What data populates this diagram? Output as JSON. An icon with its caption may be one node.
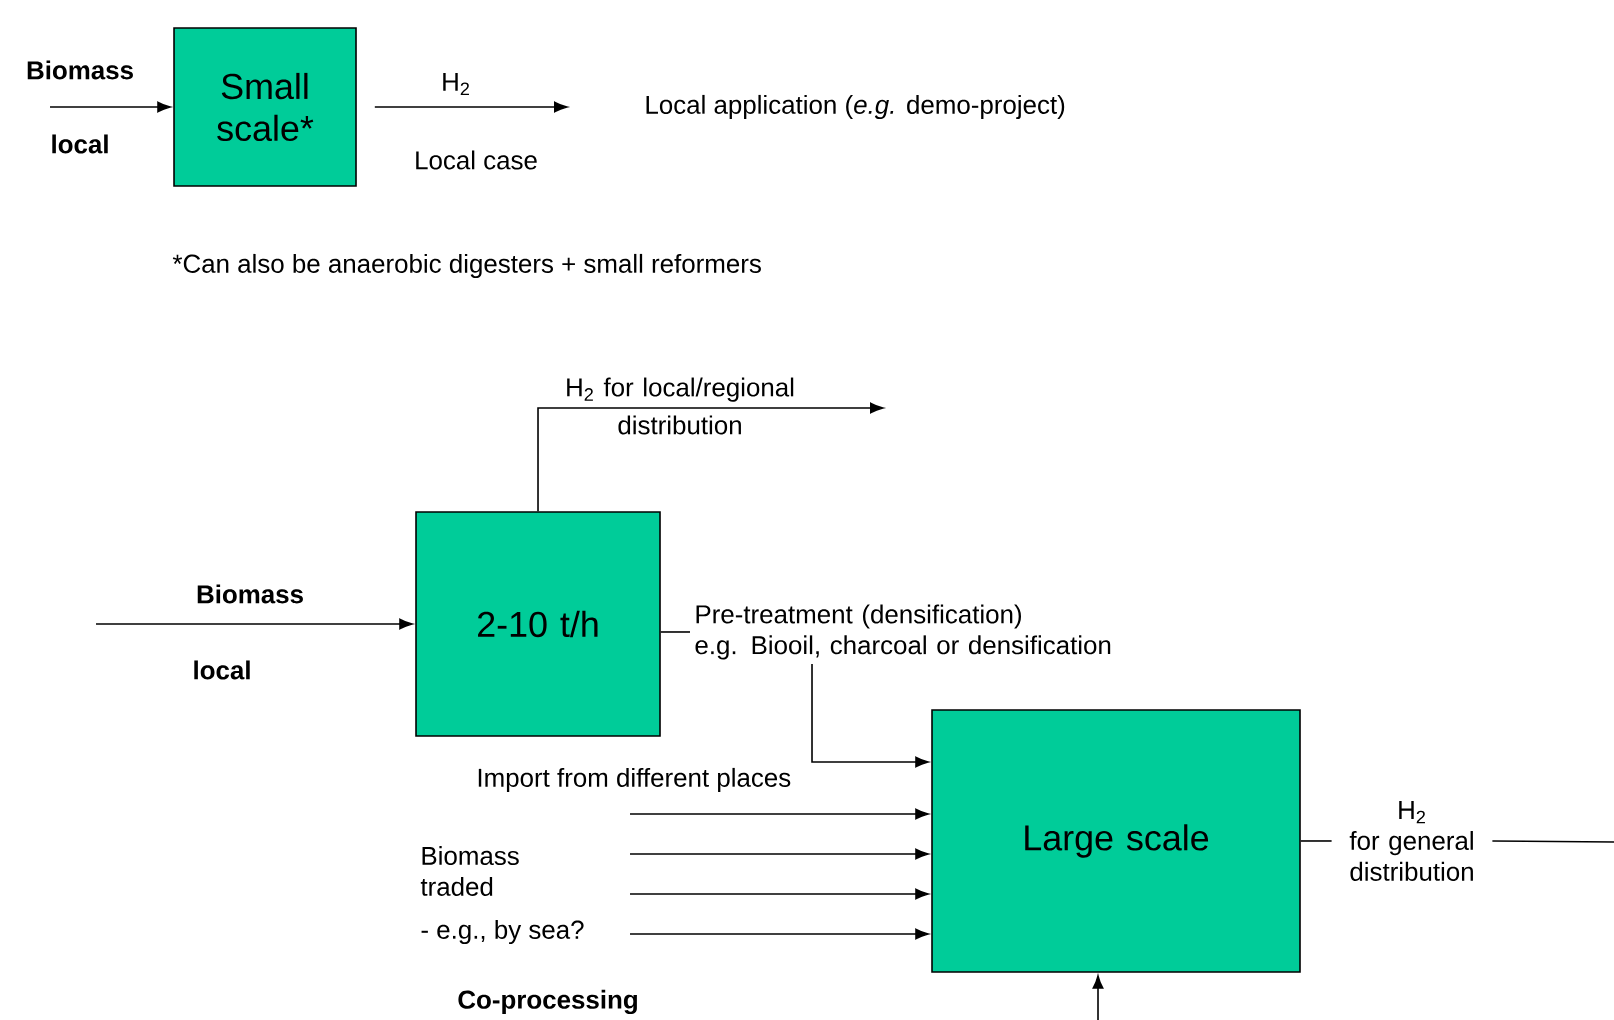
{
  "diagram": {
    "nodes": [
      {
        "text": [
          "Small scale*"
        ]
      },
      {
        "text": [
          "Local application (*e.g.* demo-project)"
        ]
      },
      {
        "text": [
          "2-10 t/h"
        ]
      },
      {
        "text": [
          "Large scale"
        ]
      },
      {
        "text": [
          "Pre-treatment (densification)",
          "e.g. Biooil, charcoal or densification"
        ]
      },
      {
        "text": [
          "H$_{2}$",
          "for general distribution"
        ]
      }
    ],
    "edges": [
      {
        "from": null,
        "to": 0,
        "arrow": "to"
      },
      {
        "from": 0,
        "to": 1,
        "arrow": "to",
        "label": "H$_{2}$"
      },
      {
        "from": null,
        "to": 2,
        "arrow": "to"
      },
      {
        "from": 2,
        "to": null,
        "arrow": "to",
        "label": "H$_{2}$ for local/regional distribution"
      },
      {
        "from": 2,
        "to": 4,
        "arrow": "none"
      },
      {
        "from": 4,
        "to": 3,
        "arrow": "to"
      },
      {
        "from": null,
        "to": 3,
        "arrow": "to"
      },
      {
        "from": null,
        "to": 3,
        "arrow": "to"
      },
      {
        "from": null,
        "to": 3,
        "arrow": "to"
      },
      {
        "from": null,
        "to": 3,
        "arrow": "to"
      },
      {
        "from": null,
        "to": 3,
        "arrow": "to"
      },
      {
        "from": 3,
        "to": 5,
        "arrow": "none"
      },
      {
        "from": 5,
        "to": null,
        "arrow": "none"
      }
    ],
    "labels": [
      "Biomass",
      "local",
      "Local case",
      "*Can also be anaerobic digesters + small reformers",
      "Biomass",
      "local",
      "Import from different places",
      "Biomass traded",
      "- e.g., by sea?",
      "Co-processing"
    ]
  }
}
